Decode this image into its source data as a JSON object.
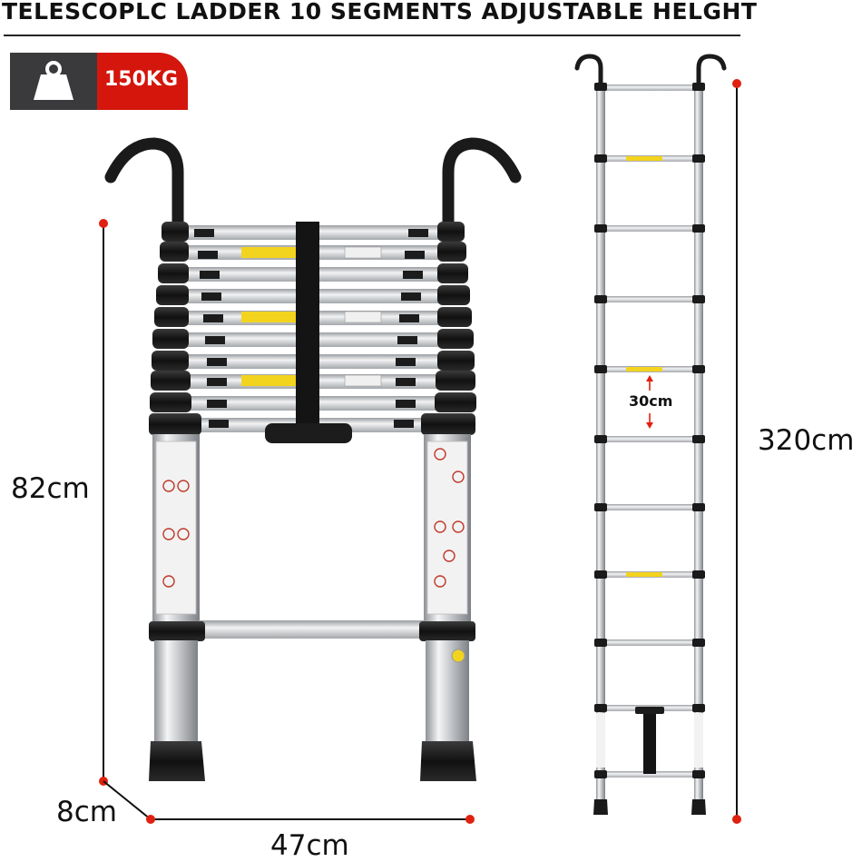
{
  "title": "TELESCOPLC LADDER 10 SEGMENTS ADJUSTABLE HELGHT",
  "badge": {
    "icon": "weight-icon",
    "text": "150KG",
    "dark_color": "#3a3a3c",
    "red_color": "#d4160c"
  },
  "dimensions": {
    "collapsed_height": "82cm",
    "extended_height": "320cm",
    "depth": "8cm",
    "width": "47cm",
    "rung_spacing": "30cm"
  },
  "colors": {
    "marker": "#e0210f",
    "aluminium": "#d8dadd",
    "black": "#1a1a1a",
    "warning_yellow": "#f2d41f"
  }
}
